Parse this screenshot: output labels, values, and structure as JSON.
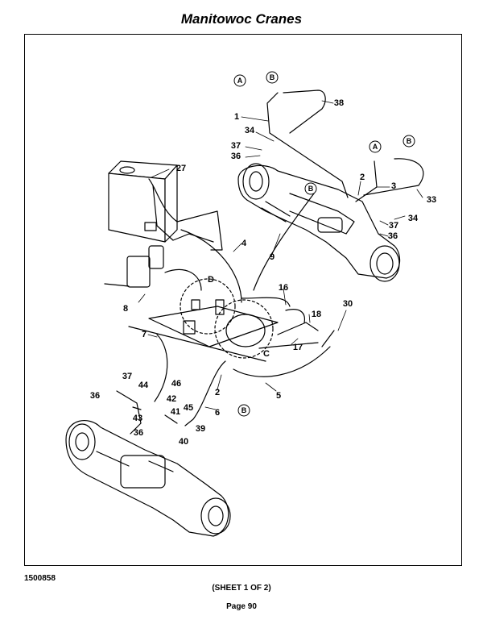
{
  "header": {
    "title": "Manitowoc Cranes"
  },
  "footer": {
    "figure_number": "1500858",
    "sheet": "(SHEET 1 OF 2)",
    "page": "Page 90"
  },
  "callouts": [
    {
      "id": "c1",
      "text": "1"
    },
    {
      "id": "c2a",
      "text": "2"
    },
    {
      "id": "c2b",
      "text": "2"
    },
    {
      "id": "c3",
      "text": "3"
    },
    {
      "id": "c4",
      "text": "4"
    },
    {
      "id": "c5",
      "text": "5"
    },
    {
      "id": "c6",
      "text": "6"
    },
    {
      "id": "c7",
      "text": "7"
    },
    {
      "id": "c8",
      "text": "8"
    },
    {
      "id": "c9",
      "text": "9"
    },
    {
      "id": "c16",
      "text": "16"
    },
    {
      "id": "c17",
      "text": "17"
    },
    {
      "id": "c18",
      "text": "18"
    },
    {
      "id": "c27",
      "text": "27"
    },
    {
      "id": "c30",
      "text": "30"
    },
    {
      "id": "c33",
      "text": "33"
    },
    {
      "id": "c34a",
      "text": "34"
    },
    {
      "id": "c34b",
      "text": "34"
    },
    {
      "id": "c36a",
      "text": "36"
    },
    {
      "id": "c36b",
      "text": "36"
    },
    {
      "id": "c36c",
      "text": "36"
    },
    {
      "id": "c36d",
      "text": "36"
    },
    {
      "id": "c37a",
      "text": "37"
    },
    {
      "id": "c37b",
      "text": "37"
    },
    {
      "id": "c37c",
      "text": "37"
    },
    {
      "id": "c38",
      "text": "38"
    },
    {
      "id": "c39",
      "text": "39"
    },
    {
      "id": "c40",
      "text": "40"
    },
    {
      "id": "c41",
      "text": "41"
    },
    {
      "id": "c42",
      "text": "42"
    },
    {
      "id": "c43",
      "text": "43"
    },
    {
      "id": "c44",
      "text": "44"
    },
    {
      "id": "c45",
      "text": "45"
    },
    {
      "id": "c46",
      "text": "46"
    }
  ],
  "connectors": [
    {
      "id": "a1",
      "text": "A"
    },
    {
      "id": "b1",
      "text": "B"
    },
    {
      "id": "a2",
      "text": "A"
    },
    {
      "id": "b2",
      "text": "B"
    },
    {
      "id": "b3",
      "text": "B"
    },
    {
      "id": "b4",
      "text": "B"
    }
  ],
  "detail_letters": [
    {
      "id": "d",
      "text": "D"
    },
    {
      "id": "c",
      "text": "C"
    }
  ]
}
